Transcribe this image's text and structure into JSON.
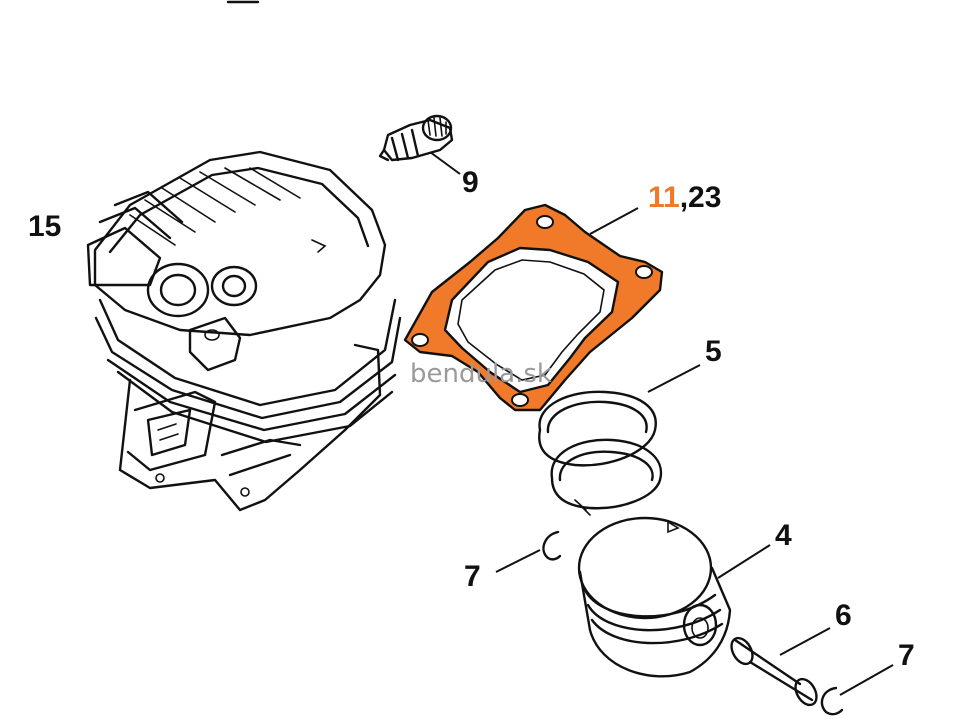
{
  "colors": {
    "highlight": "#f07a2a",
    "ink": "#111111",
    "watermark": "#9a9a9a"
  },
  "labels": {
    "cylinder": "15",
    "decompression_valve": "9",
    "gasket_highlight": "11",
    "gasket_rest": ",23",
    "piston_ring": "5",
    "piston": "4",
    "circlip_left": "7",
    "piston_pin": "6",
    "circlip_right": "7"
  },
  "watermark": "bendula.sk"
}
